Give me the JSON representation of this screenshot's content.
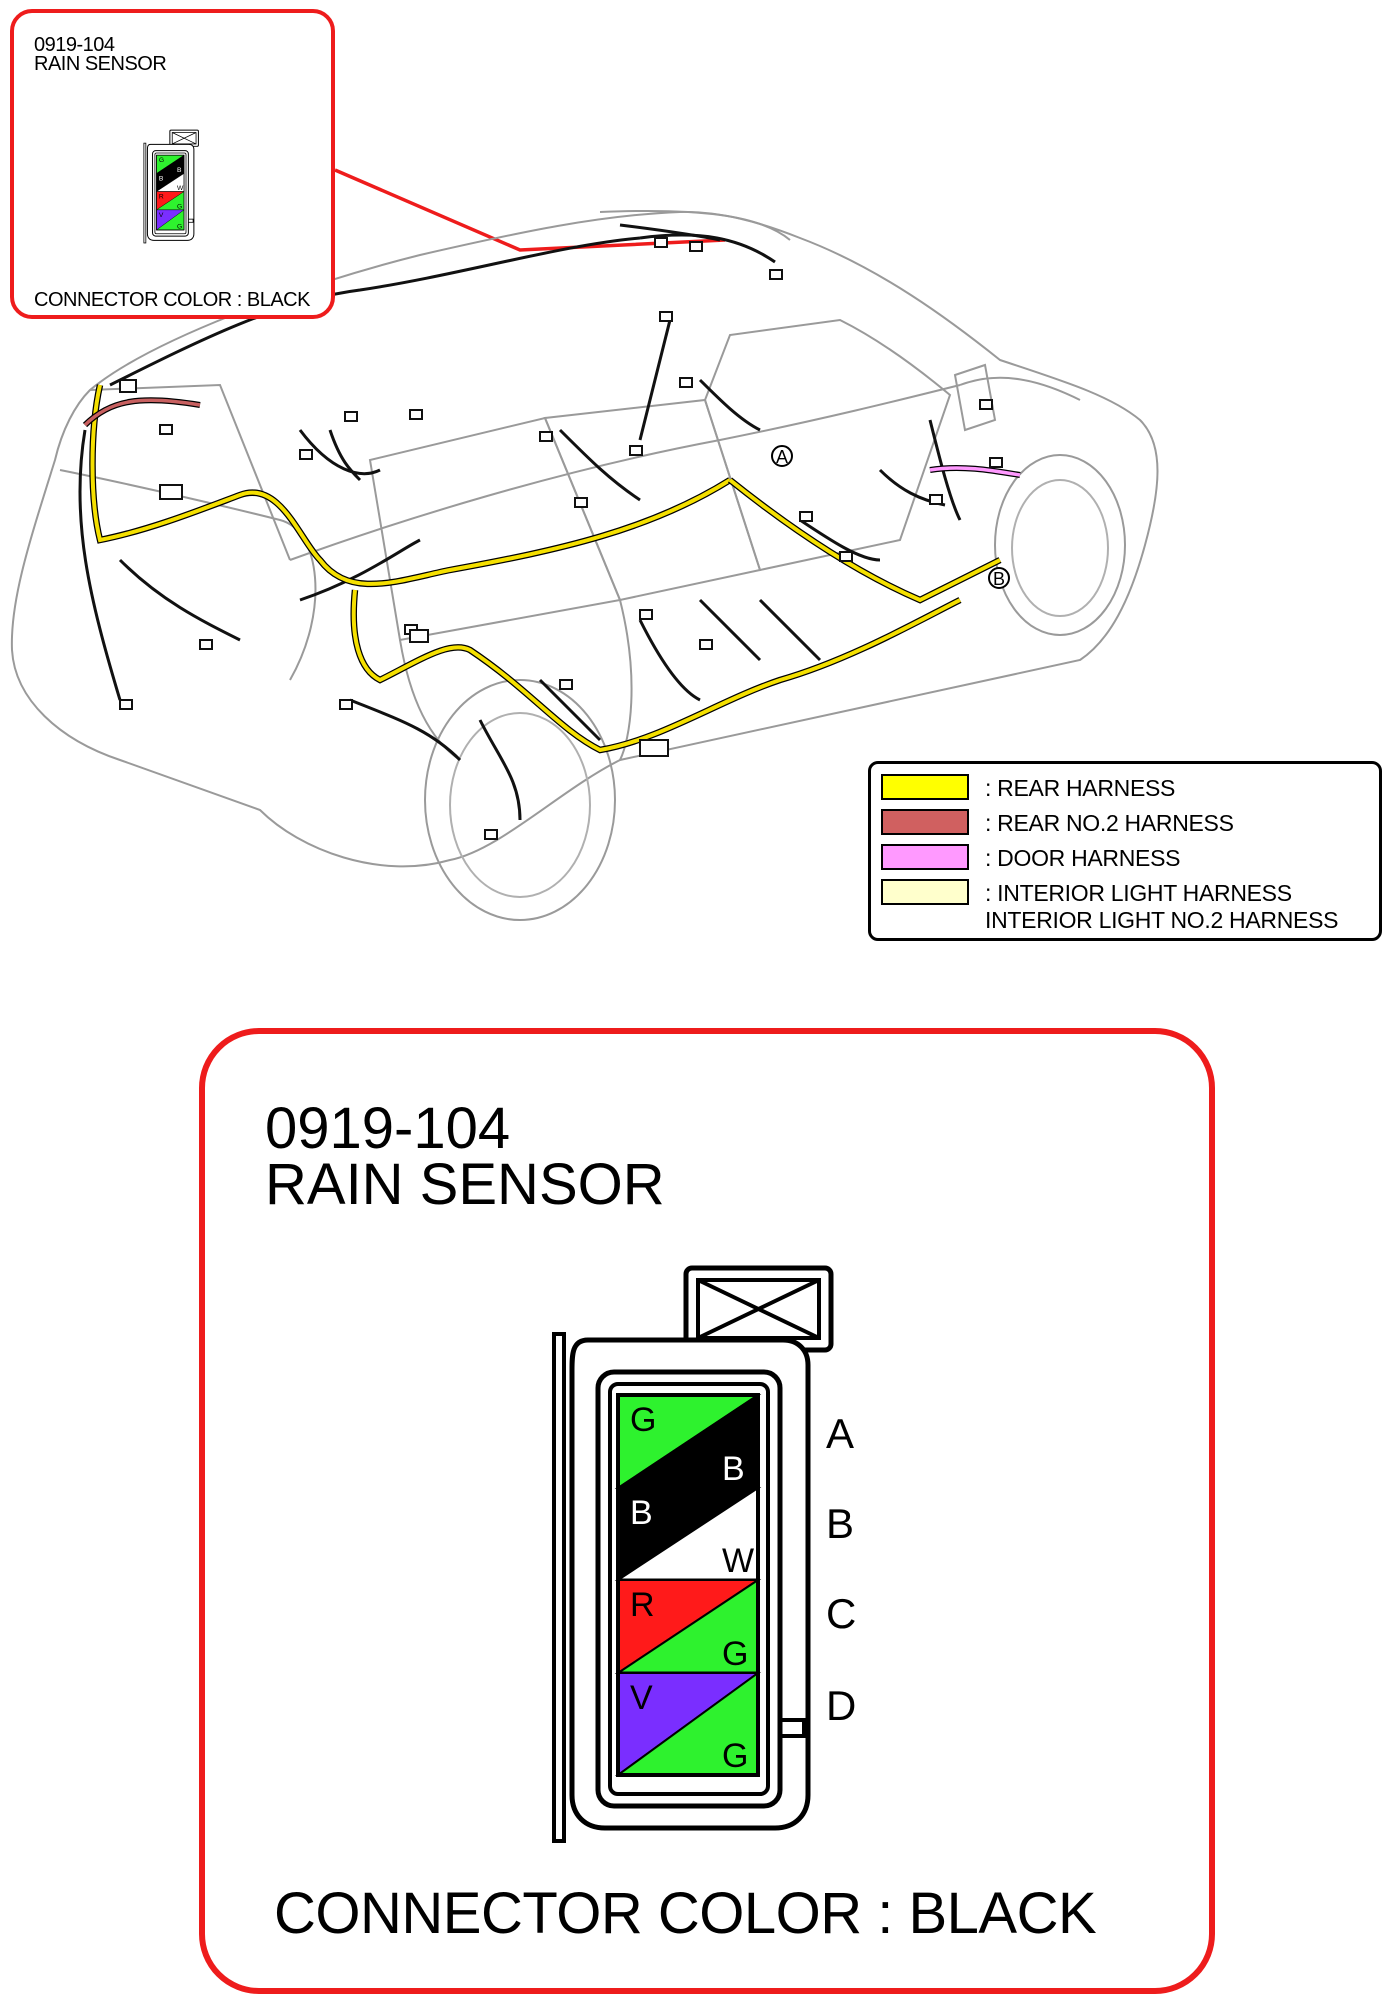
{
  "connector": {
    "id": "0919-104",
    "name": "RAIN SENSOR",
    "connector_color_label": "CONNECTOR COLOR : BLACK",
    "pins": [
      {
        "letter": "A",
        "wire1": "G",
        "wire2": "B"
      },
      {
        "letter": "B",
        "wire1": "B",
        "wire2": "W"
      },
      {
        "letter": "C",
        "wire1": "R",
        "wire2": "G"
      },
      {
        "letter": "D",
        "wire1": "V",
        "wire2": "G"
      }
    ]
  },
  "wire_colors": {
    "G": "#2ef22e",
    "B": "#000000",
    "W": "#ffffff",
    "R": "#ff1a1a",
    "V": "#7a2eff"
  },
  "legend": {
    "items": [
      {
        "label": ": REAR HARNESS",
        "color": "#ffff00"
      },
      {
        "label": ": REAR NO.2 HARNESS",
        "color": "#d06060"
      },
      {
        "label": ": DOOR HARNESS",
        "color": "#ff99ff"
      },
      {
        "label": ": INTERIOR LIGHT HARNESS",
        "label2": "INTERIOR LIGHT NO.2 HARNESS",
        "color": "#ffffcc"
      }
    ]
  },
  "markers": {
    "a": "A",
    "b": "B"
  },
  "accent_color": "#ee1c1c"
}
